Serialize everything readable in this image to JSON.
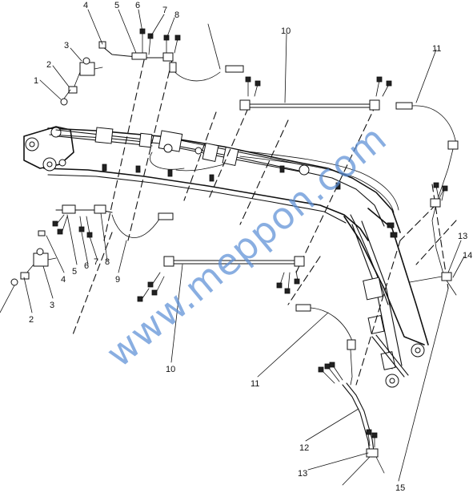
{
  "watermark": "www.meppon.com",
  "callouts": [
    {
      "id": "c4a",
      "text": "4"
    },
    {
      "id": "c5a",
      "text": "5"
    },
    {
      "id": "c6a",
      "text": "6"
    },
    {
      "id": "c7a",
      "text": "7"
    },
    {
      "id": "c8a",
      "text": "8"
    },
    {
      "id": "c3a",
      "text": "3"
    },
    {
      "id": "c2a",
      "text": "2"
    },
    {
      "id": "c1a",
      "text": "1"
    },
    {
      "id": "c10a",
      "text": "10"
    },
    {
      "id": "c11a",
      "text": "11"
    },
    {
      "id": "c5b",
      "text": "5"
    },
    {
      "id": "c6b",
      "text": "6"
    },
    {
      "id": "c7b",
      "text": "7"
    },
    {
      "id": "c8b",
      "text": "8"
    },
    {
      "id": "c9",
      "text": "9"
    },
    {
      "id": "c4b",
      "text": "4"
    },
    {
      "id": "c3b",
      "text": "3"
    },
    {
      "id": "c2b",
      "text": "2"
    },
    {
      "id": "c10b",
      "text": "10"
    },
    {
      "id": "c11b",
      "text": "11"
    },
    {
      "id": "c12",
      "text": "12"
    },
    {
      "id": "c13a",
      "text": "13"
    },
    {
      "id": "c13b",
      "text": "13"
    },
    {
      "id": "c14",
      "text": "14"
    },
    {
      "id": "c15",
      "text": "15"
    }
  ]
}
